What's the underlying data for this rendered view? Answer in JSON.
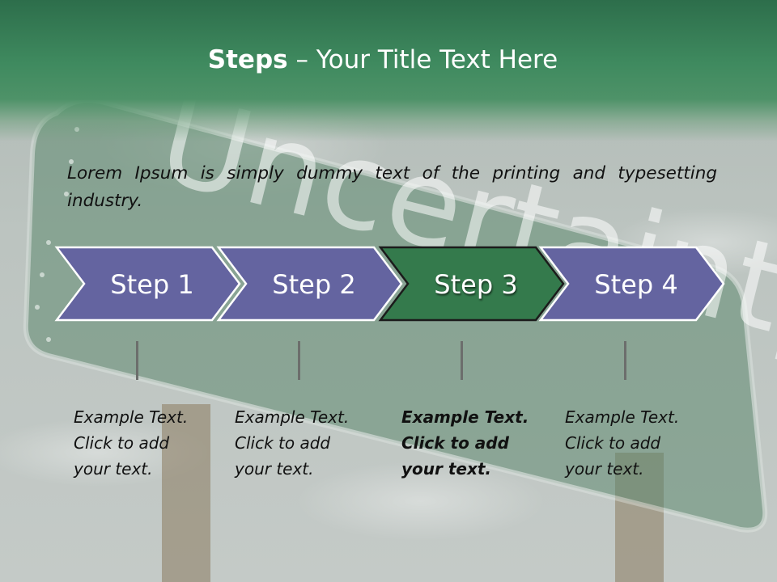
{
  "slide": {
    "title_bold": "Steps",
    "title_rest": " – Your Title Text Here",
    "intro": "Lorem Ipsum is simply dummy text of the printing and typesetting industry.",
    "background_word": "Uncertainty"
  },
  "colors": {
    "header_green": "#3f8a5f",
    "arrow_purple": "#6464a0",
    "arrow_active_green": "#347a4c",
    "text_dark": "#111111"
  },
  "steps": [
    {
      "label": "Step 1",
      "desc": [
        "Example Text.",
        "Click  to add",
        "your text."
      ],
      "active": false
    },
    {
      "label": "Step 2",
      "desc": [
        "Example Text.",
        "Click  to add",
        "your text."
      ],
      "active": false
    },
    {
      "label": "Step 3",
      "desc": [
        "Example Text.",
        "Click  to add",
        "your text."
      ],
      "active": true
    },
    {
      "label": "Step 4",
      "desc": [
        "Example Text.",
        "Click  to add",
        "your text."
      ],
      "active": false
    }
  ]
}
